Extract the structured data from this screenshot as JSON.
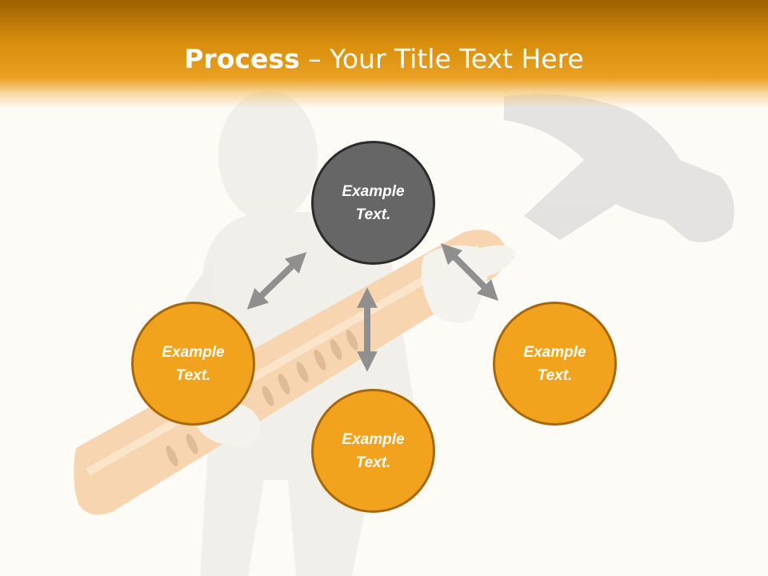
{
  "title": {
    "bold": "Process",
    "dash": " – ",
    "rest": "Your Title Text Here"
  },
  "nodes": [
    {
      "text": "Example\nText.",
      "color": "#666666"
    },
    {
      "text": "Example\nText.",
      "color": "#f2a31e"
    },
    {
      "text": "Example\nText.",
      "color": "#f2a31e"
    },
    {
      "text": "Example\nText.",
      "color": "#f2a31e"
    }
  ],
  "colors": {
    "header": "#e9a020",
    "accent": "#f2a31e",
    "arrow": "#8f8f8f",
    "background": "#fdfbf5"
  },
  "icons": [
    "figure-with-hammer-illustration",
    "double-arrow-icon"
  ]
}
